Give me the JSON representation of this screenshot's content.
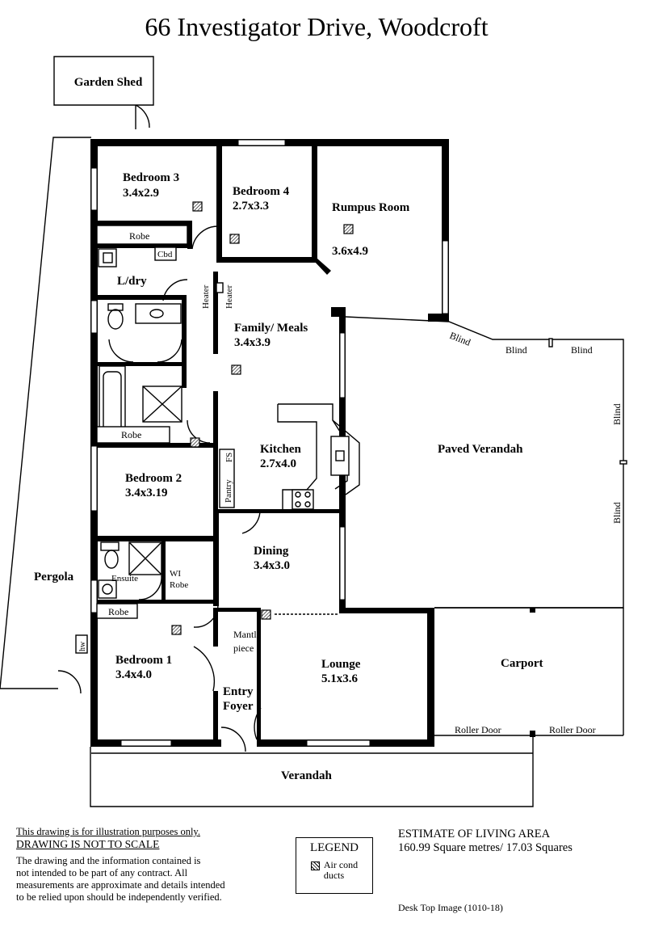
{
  "title": "66 Investigator Drive,  Woodcroft",
  "rooms": {
    "garden_shed": "Garden Shed",
    "bedroom3": {
      "name": "Bedroom 3",
      "size": "3.4x2.9"
    },
    "bedroom4": {
      "name": "Bedroom 4",
      "size": "2.7x3.3"
    },
    "rumpus": {
      "name": "Rumpus Room",
      "size": "3.6x4.9"
    },
    "robe_b3": "Robe",
    "cbd": "Cbd",
    "ldry": "L/dry",
    "heater1": "Heater",
    "heater2": "Heater",
    "family": {
      "name": "Family/ Meals",
      "size": "3.4x3.9"
    },
    "kitchen": {
      "name": "Kitchen",
      "size": "2.7x4.0"
    },
    "fs": "FS",
    "pantry": "Pantry",
    "robe_b2": "Robe",
    "bedroom2": {
      "name": "Bedroom 2",
      "size": "3.4x3.19"
    },
    "dining": {
      "name": "Dining",
      "size": "3.4x3.0"
    },
    "ensuite": "Ensuite",
    "wi_robe": {
      "l1": "WI",
      "l2": "Robe"
    },
    "robe_b1": "Robe",
    "pergola": "Pergola",
    "hw": "hw",
    "mantle": {
      "l1": "Mantle",
      "l2": "piece"
    },
    "bedroom1": {
      "name": "Bedroom 1",
      "size": "3.4x4.0"
    },
    "lounge": {
      "name": "Lounge",
      "size": "5.1x3.6"
    },
    "entry": {
      "l1": "Entry",
      "l2": "Foyer"
    },
    "verandah": "Verandah",
    "paved_verandah": "Paved Verandah",
    "carport": "Carport",
    "roller_door_1": "Roller Door",
    "roller_door_2": "Roller Door",
    "blinds": [
      "Blind",
      "Blind",
      "Blind",
      "Blind",
      "Blind"
    ]
  },
  "disclaimer": {
    "line1": "This drawing is for illustration purposes only.",
    "line2": "DRAWING IS NOT TO SCALE",
    "body": [
      "The drawing and the information contained is",
      "not intended to be part of any contract.  All",
      "measurements are approximate and details intended",
      "to be relied upon should be independently verified."
    ]
  },
  "legend": {
    "title": "LEGEND",
    "item_l1": "Air cond",
    "item_l2": "ducts"
  },
  "area": {
    "heading": "ESTIMATE OF LIVING AREA",
    "value": "160.99  Square metres/  17.03 Squares"
  },
  "credit": "Desk Top Image  (1010-18)"
}
